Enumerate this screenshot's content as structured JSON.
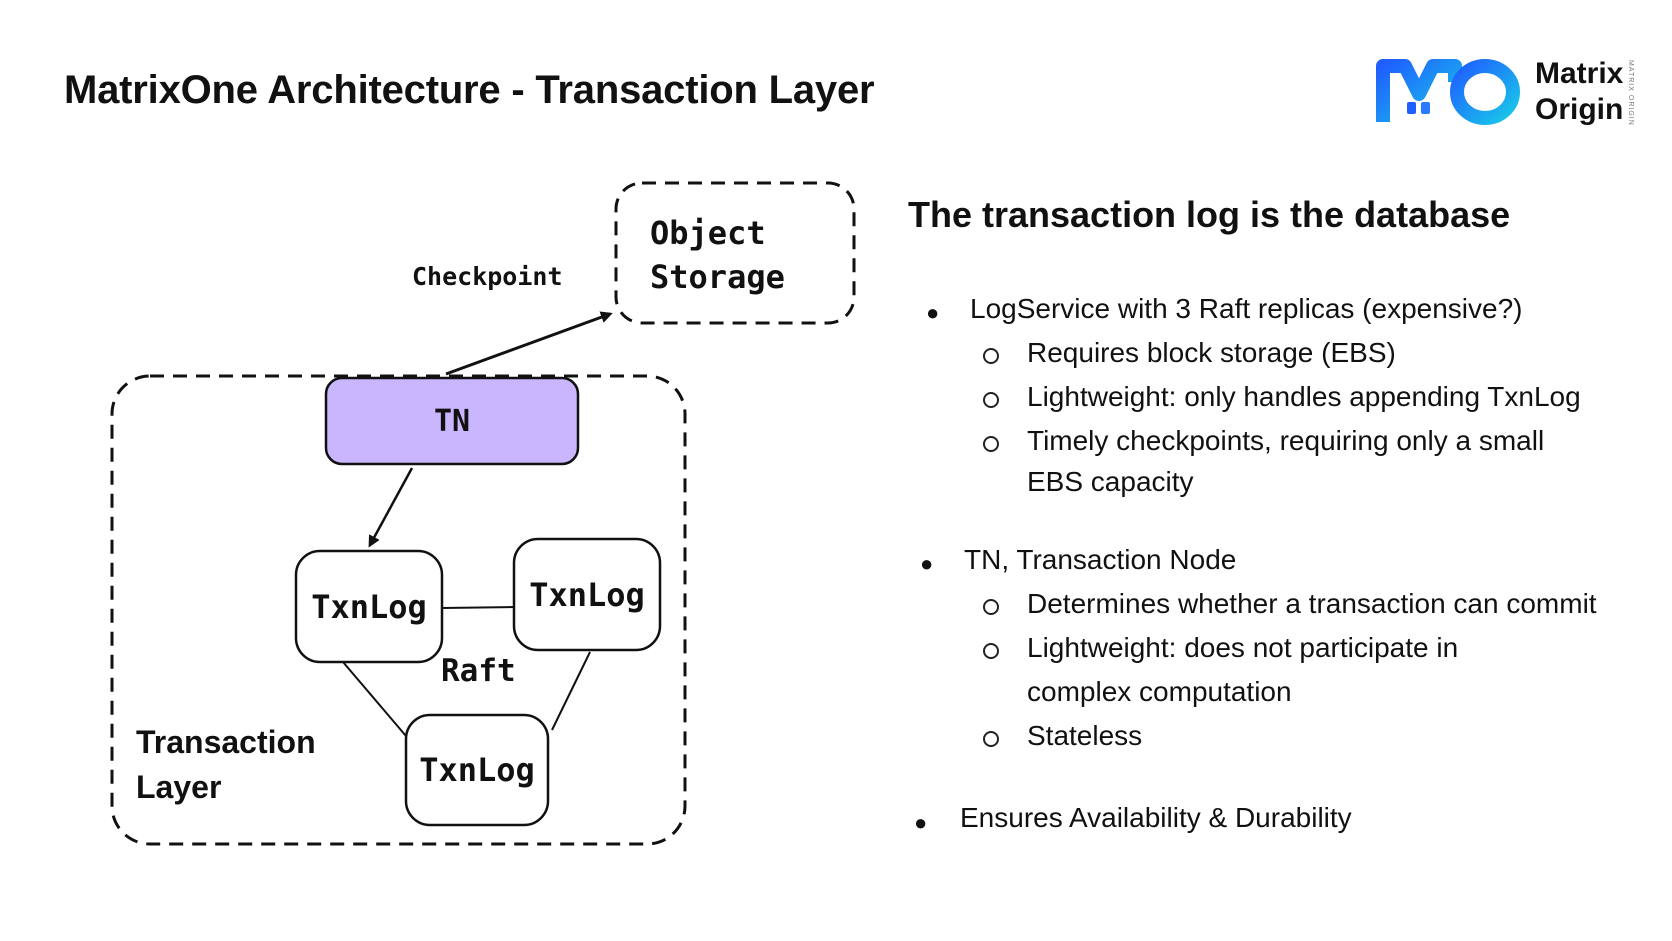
{
  "slide": {
    "title": "MatrixOne Architecture - Transaction Layer"
  },
  "logo": {
    "mark": "MO",
    "line1": "Matrix",
    "line2": "Origin",
    "small_text": "MATRIX ORIGIN",
    "colors": [
      "#1f5fff",
      "#19c8e8"
    ]
  },
  "diagram": {
    "object_storage": "Object\nStorage",
    "checkpoint_label": "Checkpoint",
    "tn_label": "TN",
    "txnlog_labels": [
      "TxnLog",
      "TxnLog",
      "TxnLog"
    ],
    "raft_label": "Raft",
    "layer_label_line1": "Transaction",
    "layer_label_line2": "Layer",
    "tn_fill": "#c9b6ff"
  },
  "panel": {
    "heading": "The transaction log is the database",
    "bullets": [
      {
        "text": "LogService with 3 Raft replicas (expensive?)",
        "sub": [
          "Requires block storage (EBS)",
          "Lightweight: only handles appending TxnLog",
          "Timely checkpoints, requiring only a small",
          "EBS capacity"
        ]
      },
      {
        "text": "TN, Transaction Node",
        "sub": [
          "Determines whether a transaction can commit",
          "Lightweight: does not participate in",
          "complex computation",
          "Stateless"
        ]
      },
      {
        "text": "Ensures Availability & Durability",
        "sub": []
      }
    ]
  }
}
